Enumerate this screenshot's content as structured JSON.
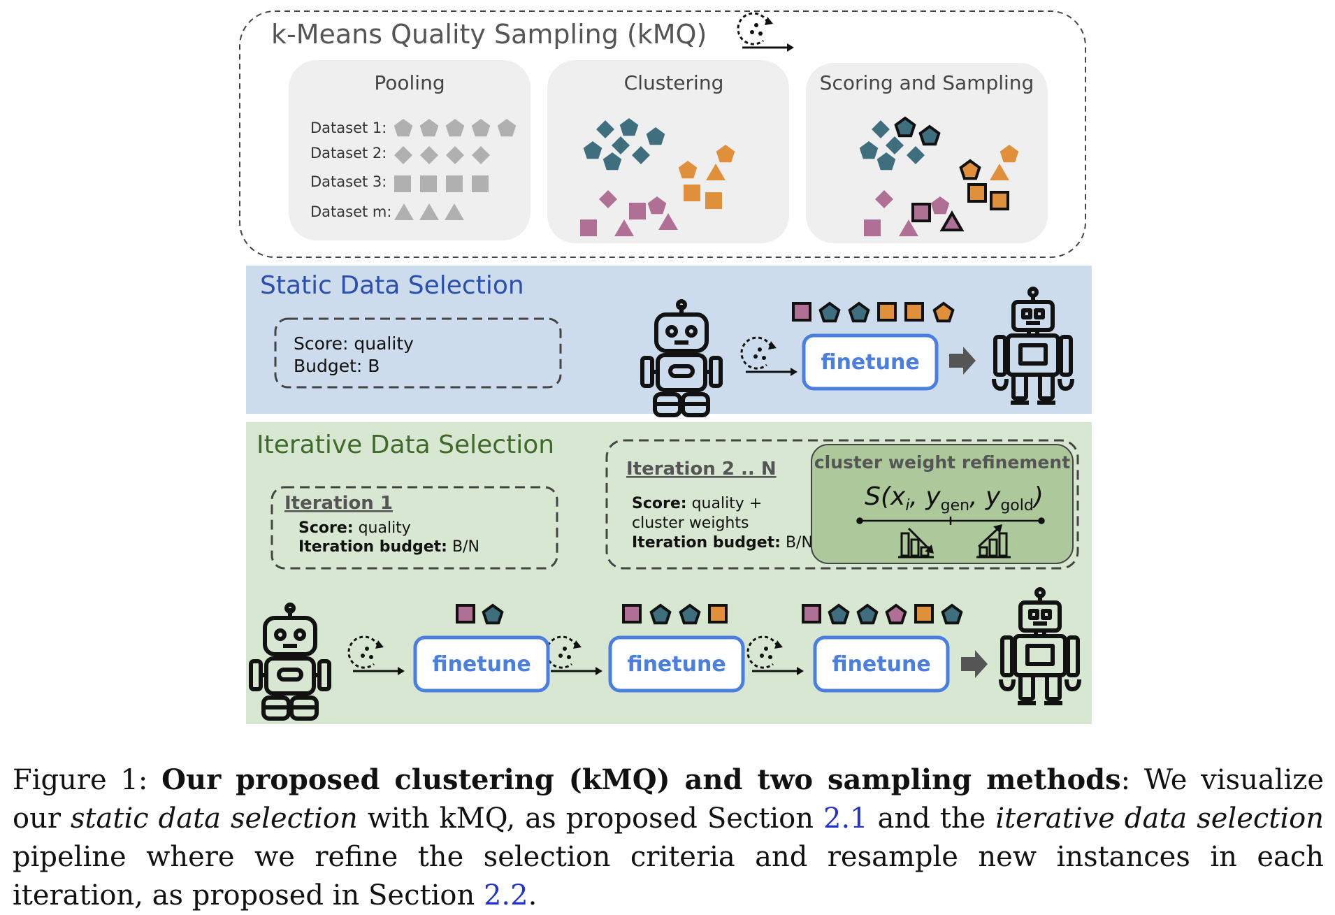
{
  "kmq": {
    "title": "k-Means Quality Sampling (kMQ)",
    "panels": {
      "pooling": {
        "title": "Pooling",
        "datasets": [
          "Dataset 1:",
          "Dataset 2:",
          "Dataset 3:",
          "Dataset m:"
        ]
      },
      "clustering": {
        "title": "Clustering"
      },
      "scoring": {
        "title": "Scoring and Sampling"
      }
    }
  },
  "static": {
    "title": "Static Data Selection",
    "box_lines": [
      "Score: quality",
      "Budget: B"
    ],
    "finetune_label": "finetune"
  },
  "iterative": {
    "title": "Iterative Data Selection",
    "iter1": {
      "title": "Iteration 1",
      "score_key": "Score:",
      "score_val": " quality",
      "budget_key": "Iteration budget:",
      "budget_val": " B/N"
    },
    "iter2": {
      "title": "Iteration 2 .. N",
      "score_key": "Score:",
      "score_val": " quality +",
      "score_val2": "cluster weights",
      "budget_key": "Iteration budget:",
      "budget_val": " B/N"
    },
    "refinement": {
      "title": "cluster weight refinement",
      "formula_s": "S(x",
      "formula_i": "i",
      "formula_mid": ", y",
      "formula_gen": "gen",
      "formula_sep": ", y",
      "formula_gold": "gold",
      "formula_end": ")"
    },
    "finetune_labels": [
      "finetune",
      "finetune",
      "finetune"
    ]
  },
  "colors": {
    "teal": "#3f6f7f",
    "orange": "#e0903a",
    "mauve": "#b06f95",
    "grey_shape": "#b0b0b0",
    "blue_accent": "#4a7fe0",
    "static_bg": "#cddcec",
    "iter_bg": "#d8e7d1",
    "refine_bg": "#adc99b",
    "title_blue": "#2a4fb0",
    "title_green": "#3e6a2a"
  },
  "caption": {
    "fig_label": "Figure 1: ",
    "bold": "Our proposed clustering (kMQ) and two sampling methods",
    "t1": ": We visualize our ",
    "i1": "static data selection",
    "t2": " with kMQ, as proposed Section ",
    "ref1": "2.1",
    "t3": " and the ",
    "i2": "iterative data selection",
    "t4": " pipeline where we refine the selection criteria and resample new instances in each iteration, as proposed in Section ",
    "ref2": "2.2",
    "t5": "."
  }
}
